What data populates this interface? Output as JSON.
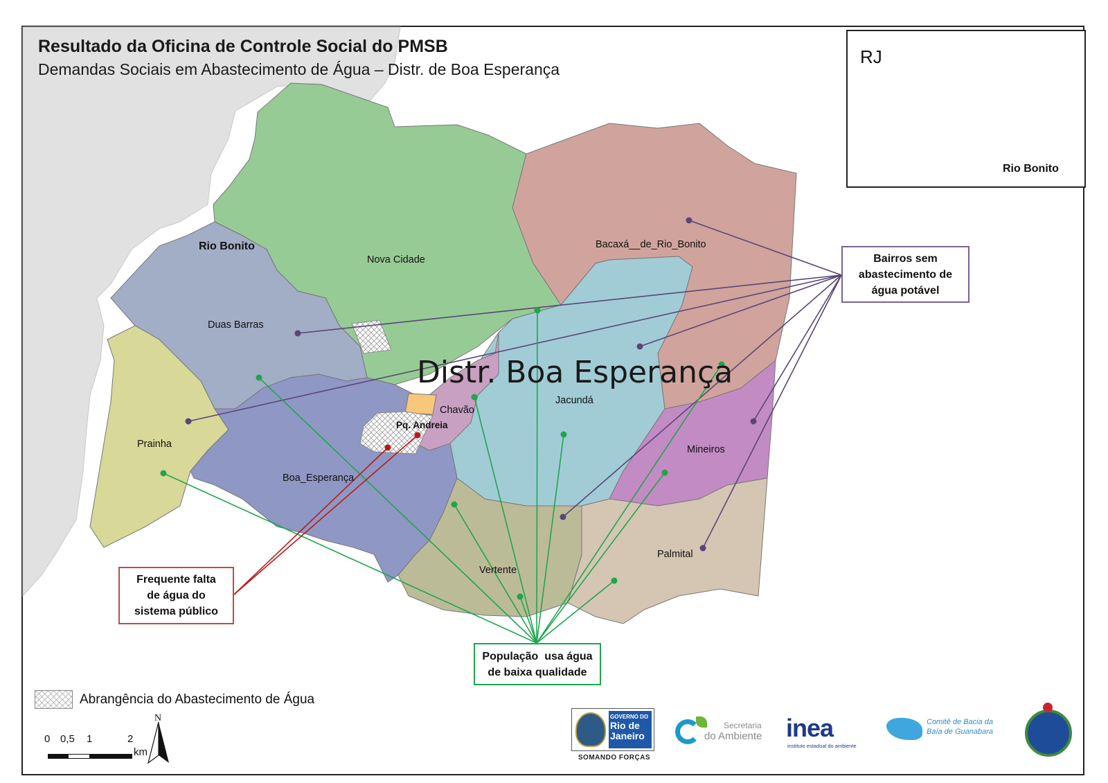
{
  "title": "Resultado da Oficina de Controle Social do PMSB",
  "subtitle": "Demandas Sociais em Abastecimento de Água – Distr. de Boa Esperança",
  "district_label": "Distr. Boa Esperança",
  "municipality_label": "Rio Bonito",
  "neighborhoods": {
    "nova_cidade": "Nova Cidade",
    "bacaxa": "Bacaxá__de_Rio_Bonito",
    "duas_barras": "Duas Barras",
    "prainha": "Prainha",
    "boa_esperanca": "Boa_Esperança",
    "chavao": "Chavão",
    "pq_andreia": "Pq. Andreia",
    "jacunda": "Jacundá",
    "mineiros": "Mineiros",
    "vertente": "Vertente",
    "palmital": "Palmital"
  },
  "callouts": {
    "no_supply": [
      "Bairros sem",
      "abastecimento de",
      "água potável"
    ],
    "low_quality": [
      "População  usa água",
      "de baixa qualidade"
    ],
    "shortage": [
      "Frequente falta",
      "de água do",
      "sistema público"
    ]
  },
  "inset": {
    "state": "RJ",
    "city": "Rio Bonito"
  },
  "legend": {
    "hatch_label": "Abrangência do Abastecimento de Água"
  },
  "scale_bar": {
    "ticks": [
      "0",
      "0,5",
      "1",
      "2"
    ],
    "unit": "km",
    "north": "N"
  },
  "logos": {
    "gov_top": "GOVERNO DO",
    "gov_main1": "Rio de",
    "gov_main2": "Janeiro",
    "gov_tag": "SOMANDO FORÇAS",
    "sec_1": "Secretaria",
    "sec_2": "do Ambiente",
    "inea": "inea",
    "inea_sub": "instituto estadual do ambiente",
    "comite_1": "Comitê de Bacia da",
    "comite_2": "Baía de Guanabara"
  },
  "colors": {
    "nova_cidade": "#97cb95",
    "bacaxa": "#d0a49c",
    "duas_barras": "#a2adc6",
    "prainha": "#d8d898",
    "boa_esperanca": "#8f97c4",
    "chavao": "#c8a0c2",
    "pq_orange": "#f7c87a",
    "jacunda": "#a1ccd6",
    "mineiros": "#c38bc4",
    "vertente": "#bcbb98",
    "palmital": "#d5c6b3",
    "outside": "#e0e0e0",
    "purple_line": "#5a4577",
    "green_line": "#1ea64c",
    "red_line": "#b81a1a"
  }
}
